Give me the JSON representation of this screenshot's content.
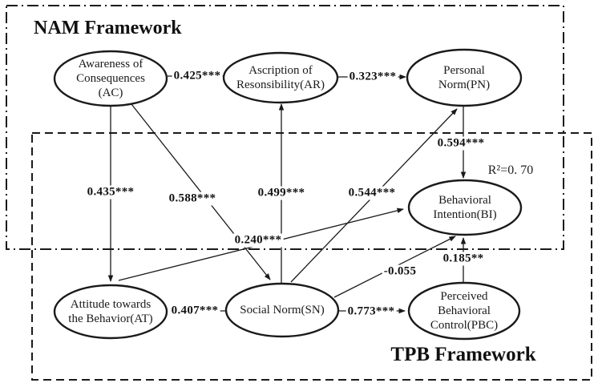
{
  "diagram": {
    "nam_title": "NAM Framework",
    "tpb_title": "TPB Framework",
    "r_squared": "R²=0. 70",
    "nodes": {
      "ac": {
        "lines": [
          "Awareness of",
          "Consequences",
          "(AC)"
        ]
      },
      "ar": {
        "lines": [
          "Ascription of",
          "Resonsibility(AR)"
        ]
      },
      "pn": {
        "lines": [
          "Personal",
          "Norm(PN)"
        ]
      },
      "bi": {
        "lines": [
          "Behavioral",
          "Intention(BI)"
        ]
      },
      "at": {
        "lines": [
          "Attitude towards",
          "the Behavior(AT)"
        ]
      },
      "sn": {
        "lines": [
          "Social Norm(SN)"
        ]
      },
      "pbc": {
        "lines": [
          "Perceived",
          "Behavioral",
          "Control(PBC)"
        ]
      }
    },
    "paths": {
      "ac_ar": "0.425***",
      "ar_pn": "0.323***",
      "pn_bi": "0.594***",
      "ac_at": "0.435***",
      "ac_sn": "0.588***",
      "sn_ar": "0.499***",
      "sn_pn": "0.544***",
      "at_bi": "0.240***",
      "sn_bi": "-0.055",
      "pbc_bi": "0.185**",
      "sn_pbc": "0.773***",
      "sn_at": "0.407***"
    },
    "colors": {
      "line": "#1a1a1a",
      "background": "#ffffff"
    }
  }
}
